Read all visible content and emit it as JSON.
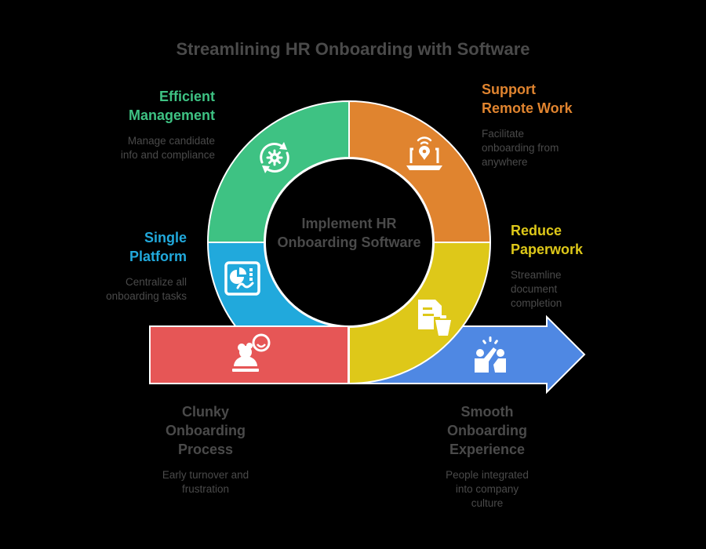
{
  "title": "Streamlining HR Onboarding with Software",
  "center": {
    "label": "Implement HR Onboarding Software"
  },
  "colors": {
    "background": "#000000",
    "green": "#3EC283",
    "orange": "#E0842F",
    "yellow": "#DEC819",
    "blue_segment": "#21A9DC",
    "red": "#E65656",
    "blue_arrow": "#4F88E3",
    "muted_text": "#4a4a4a",
    "outline": "#ffffff"
  },
  "segments": [
    {
      "id": "efficient-management",
      "title_line1": "Efficient",
      "title_line2": "Management",
      "description_line1": "Manage candidate",
      "description_line2": "info and compliance",
      "color": "#3EC283",
      "icon": "gear-cycle-icon"
    },
    {
      "id": "support-remote-work",
      "title_line1": "Support",
      "title_line2": "Remote Work",
      "description_line1": "Facilitate",
      "description_line2": "onboarding from",
      "description_line3": "anywhere",
      "color": "#E0842F",
      "icon": "laptop-location-icon"
    },
    {
      "id": "reduce-paperwork",
      "title_line1": "Reduce",
      "title_line2": "Paperwork",
      "description_line1": "Streamline",
      "description_line2": "document",
      "description_line3": "completion",
      "color": "#DEC819",
      "icon": "document-cleanup-icon"
    },
    {
      "id": "single-platform",
      "title_line1": "Single",
      "title_line2": "Platform",
      "description_line1": "Centralize all",
      "description_line2": "onboarding tasks",
      "color": "#21A9DC",
      "icon": "dashboard-icon"
    }
  ],
  "start": {
    "title_line1": "Clunky",
    "title_line2": "Onboarding",
    "title_line3": "Process",
    "description_line1": "Early turnover and",
    "description_line2": "frustration",
    "color": "#E65656",
    "icon": "frustrated-person-icon"
  },
  "end": {
    "title_line1": "Smooth",
    "title_line2": "Onboarding",
    "title_line3": "Experience",
    "description_line1": "People integrated",
    "description_line2": "into company",
    "description_line3": "culture",
    "color": "#4F88E3",
    "icon": "high-five-icon"
  }
}
